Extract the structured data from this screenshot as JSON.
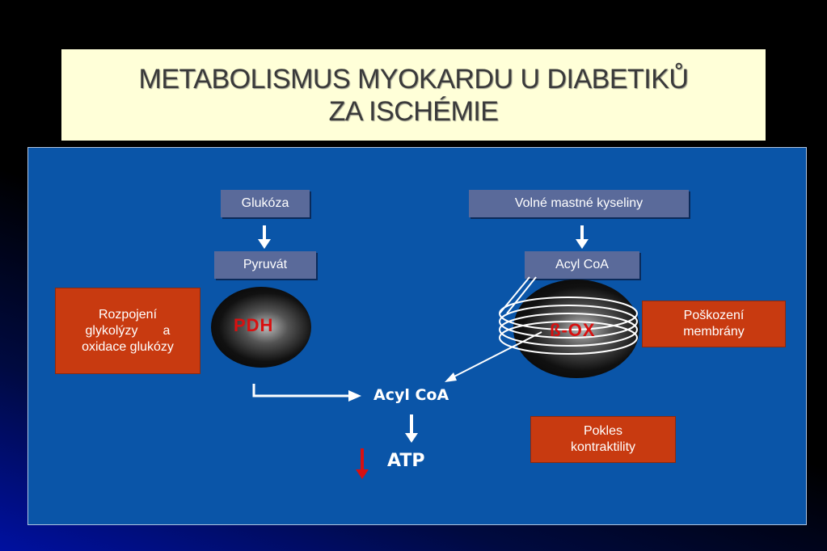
{
  "title": {
    "line1": "METABOLISMUS MYOKARDU U DIABETIKŮ",
    "line2": "ZA ISCHÉMIE"
  },
  "diagram": {
    "glukoza": "Glukóza",
    "volne_mastne_kyseliny": "Volné mastné kyseliny",
    "pyruvat": "Pyruvát",
    "acyl_coa_top": "Acyl CoA",
    "pdh": "PDH",
    "beta_ox": "ß-OX",
    "rozpojeni": {
      "line1": "Rozpojení",
      "line2": "glykolýzy       a",
      "line3": "oxidace glukózy"
    },
    "poskozeni": {
      "line1": "Poškození",
      "line2": "membrány"
    },
    "acyl_coa_center": "Acyl CoA",
    "atp": "ATP",
    "pokles": {
      "line1": "Pokles",
      "line2": "kontraktility"
    }
  },
  "colors": {
    "panel": "#0a55a8",
    "title_bg": "#ffffd8",
    "red_box": "#c83a10",
    "gray_box": "#5a6a9a",
    "down_arrow_red": "#d81010"
  }
}
